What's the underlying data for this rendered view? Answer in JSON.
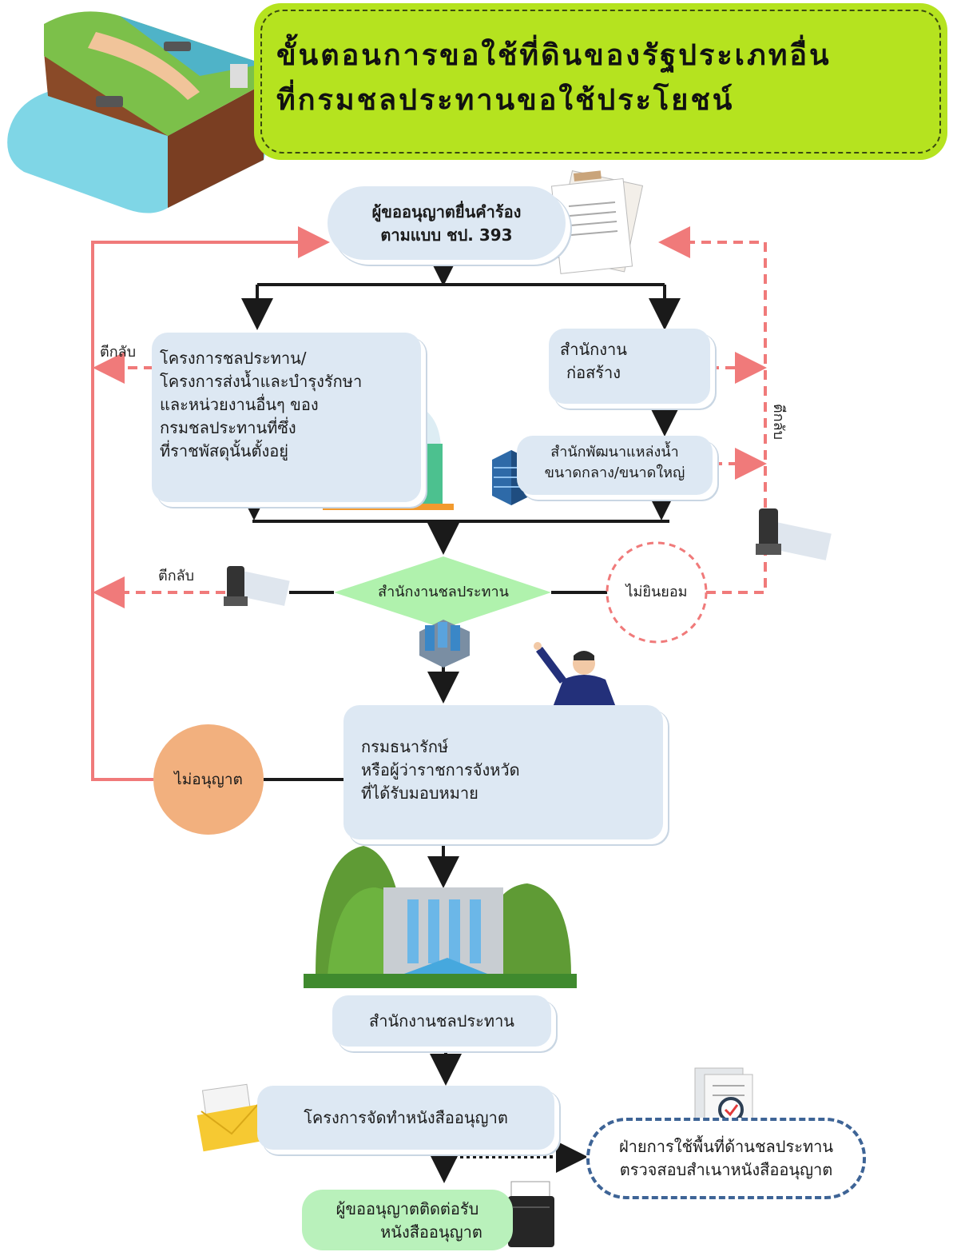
{
  "title": {
    "line1": "ขั้นตอนการขอใช้ที่ดินของรัฐประเภทอื่น",
    "line2": "ที่กรมชลประทานขอใช้ประโยชน์"
  },
  "nodes": {
    "applicant_submit": [
      "ผู้ขออนุญาตยื่นคำร้อง",
      "ตามแบบ ชป. 393"
    ],
    "irrigation_project": [
      "โครงการชลประทาน/",
      "โครงการส่งน้ำและบำรุงรักษา",
      "และหน่วยงานอื่นๆ ของ",
      "กรมชลประทานที่ซึ่ง",
      "ที่ราชพัสดุนั้นตั้งอยู่"
    ],
    "construction_office": [
      "สำนักงาน",
      "ก่อสร้าง"
    ],
    "water_dev_office": [
      "สำนักพัฒนาแหล่งน้ำ",
      "ขนาดกลาง/ขนาดใหญ่"
    ],
    "decision_office": "สำนักงานชลประทาน",
    "not_consent": "ไม่ยินยอม",
    "treasury_dept": [
      "กรมธนารักษ์",
      "หรือผู้ว่าราชการจังหวัด",
      "ที่ได้รับมอบหมาย"
    ],
    "not_permit": "ไม่อนุญาต",
    "regional_office": "สำนักงานชลประทาน",
    "permit_letter_project": "โครงการจัดทำหนังสืออนุญาต",
    "area_use_section": [
      "ฝ่ายการใช้พื้นที่ด้านชลประทาน",
      "ตรวจสอบสำเนาหนังสืออนุญาต"
    ],
    "applicant_receive": [
      "ผู้ขออนุญาตติดต่อรับ",
      "หนังสืออนุญาต"
    ]
  },
  "labels": {
    "return_left": "ตีกลับ",
    "return_mid": "ตีกลับ",
    "return_right": "ตีกลับ"
  },
  "colors": {
    "title_bg": "#b5e31f",
    "box_bg": "#dde8f3",
    "return_line": "#f07a7a",
    "decision_bg": "#b0f2ad",
    "not_permit_bg": "#f2b07e",
    "final_bg": "#b9f1bb",
    "dashed_blue": "#3e6496"
  },
  "icons": [
    "dam-illustration",
    "documents-icon",
    "construction-office-icon",
    "building-icon",
    "stamp-icon",
    "server-icon",
    "speaker-podium-icon",
    "dam-forest-illustration",
    "envelope-icon",
    "magnifier-document-icon",
    "wallet-icon"
  ]
}
